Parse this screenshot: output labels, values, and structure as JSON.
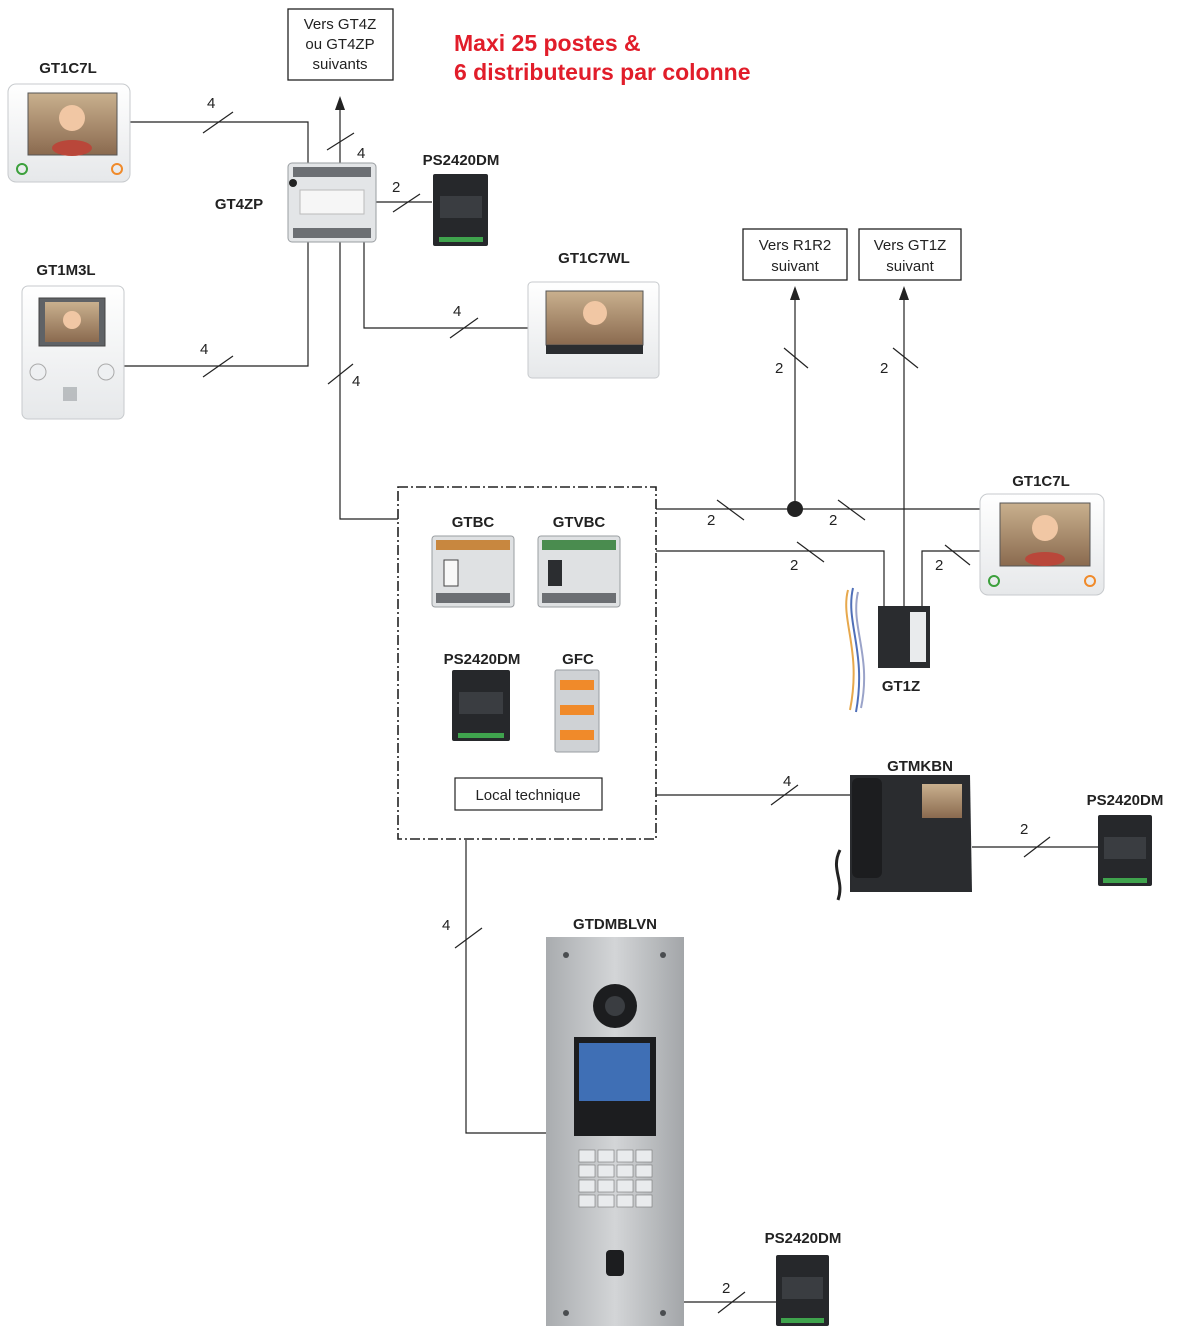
{
  "headline": {
    "line1": "Maxi 25 postes &",
    "line2": "6 distributeurs par colonne"
  },
  "boxes": {
    "gt4z_line1": "Vers GT4Z",
    "gt4z_line2": "ou GT4ZP",
    "gt4z_line3": "suivants",
    "r1r2_line1": "Vers R1R2",
    "r1r2_line2": "suivant",
    "gt1z_line1": "Vers GT1Z",
    "gt1z_line2": "suivant",
    "local": "Local technique"
  },
  "devices": {
    "gt1c7l_top": "GT1C7L",
    "gt1m3l": "GT1M3L",
    "gt4zp": "GT4ZP",
    "ps_top": "PS2420DM",
    "gt1c7wl": "GT1C7WL",
    "gtbc": "GTBC",
    "gtvbc": "GTVBC",
    "ps_local": "PS2420DM",
    "gfc": "GFC",
    "gt1c7l_right": "GT1C7L",
    "gt1z": "GT1Z",
    "gtmkbn": "GTMKBN",
    "ps_right": "PS2420DM",
    "gtdmblvn": "GTDMBLVN",
    "ps_bottom": "PS2420DM"
  },
  "wire_counts": {
    "w_gt1c7l": "4",
    "w_gt4z_up": "4",
    "w_ps_top": "2",
    "w_gt1m3l": "4",
    "w_gt1c7wl": "4",
    "w_gt4zp_down": "4",
    "w_r1r2": "2",
    "w_gt1z_up": "2",
    "w_local_a": "2",
    "w_local_b": "2",
    "w_local_c": "2",
    "w_gt1z_right": "2",
    "w_gtmkbn": "4",
    "w_ps_right": "2",
    "w_panel": "4",
    "w_ps_bottom": "2"
  },
  "colors": {
    "headline": "#e11d2a",
    "wire": "#222222",
    "brushed_steel": "#b9bcbf",
    "device_black": "#222222",
    "screen_blue": "#3f6fb5"
  }
}
